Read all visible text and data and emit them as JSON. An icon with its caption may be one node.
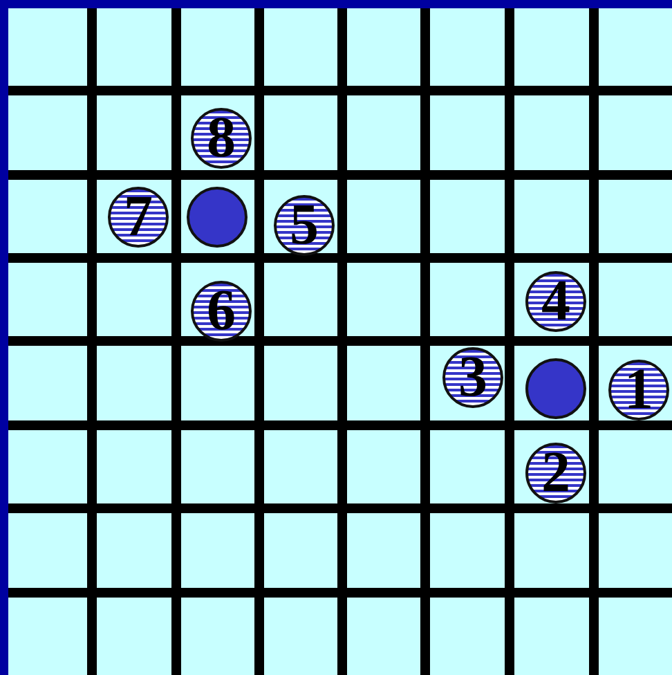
{
  "diagram": {
    "nodes": [
      {
        "text": [
          "8"
        ]
      },
      {
        "text": [
          "7"
        ]
      },
      {
        "text": [],
        "shape": "circle"
      },
      {
        "text": [
          "5"
        ]
      },
      {
        "text": [
          "6"
        ]
      },
      {
        "text": [
          "4"
        ]
      },
      {
        "text": [
          "3"
        ]
      },
      {
        "text": [],
        "shape": "circle"
      },
      {
        "text": [
          "1"
        ]
      },
      {
        "text": [
          "2"
        ]
      }
    ]
  }
}
